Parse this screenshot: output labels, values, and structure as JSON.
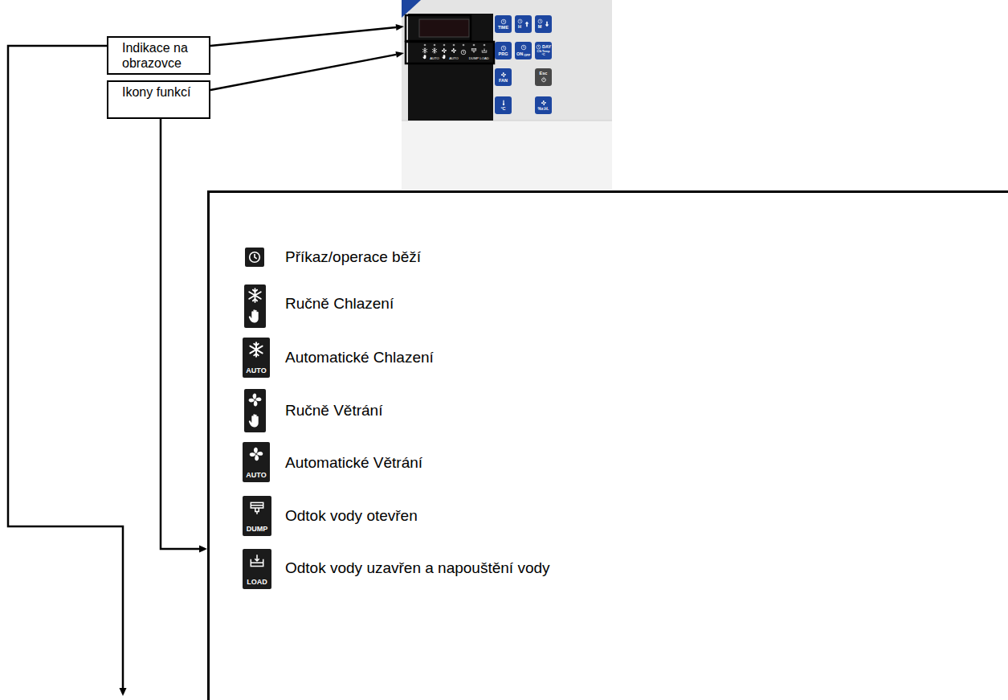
{
  "diagram": {
    "nodes": [
      {
        "text": [
          "Indikace na obrazovce"
        ]
      },
      {
        "text": [
          "Ikony funkcí"
        ]
      },
      {
        "text": [
          "TIME"
        ]
      },
      {
        "text": [
          "H"
        ]
      },
      {
        "text": [
          "M"
        ]
      },
      {
        "text": [
          "PRG"
        ]
      },
      {
        "text": [
          "ON",
          "OFF"
        ]
      },
      {
        "text": [
          "DAY",
          "Clk Temp °C"
        ]
      },
      {
        "text": [
          "FAN"
        ]
      },
      {
        "text": [
          "Esc"
        ]
      },
      {
        "text": [
          "°C"
        ]
      },
      {
        "text": [
          "%r.H."
        ]
      },
      {
        "text": [
          "Příkaz/operace běží",
          "Ručně Chlazení",
          "Automatické Chlazení",
          "Ručně Větrání",
          "Automatické Větrání",
          "Odtok vody otevřen",
          "Odtok vody uzavřen a napouštění vody"
        ]
      },
      {
        "text": [
          "AUTO"
        ],
        "in": 12
      },
      {
        "text": [
          "AUTO"
        ],
        "in": 12
      },
      {
        "text": [
          "DUMP"
        ],
        "in": 12
      },
      {
        "text": [
          "LOAD"
        ],
        "in": 12
      }
    ],
    "edges": [
      {
        "from": 1,
        "to": 12,
        "arrow": "to"
      }
    ],
    "labels": [
      "AUTO",
      "AUTO",
      "DUMP",
      "LOAD"
    ]
  }
}
